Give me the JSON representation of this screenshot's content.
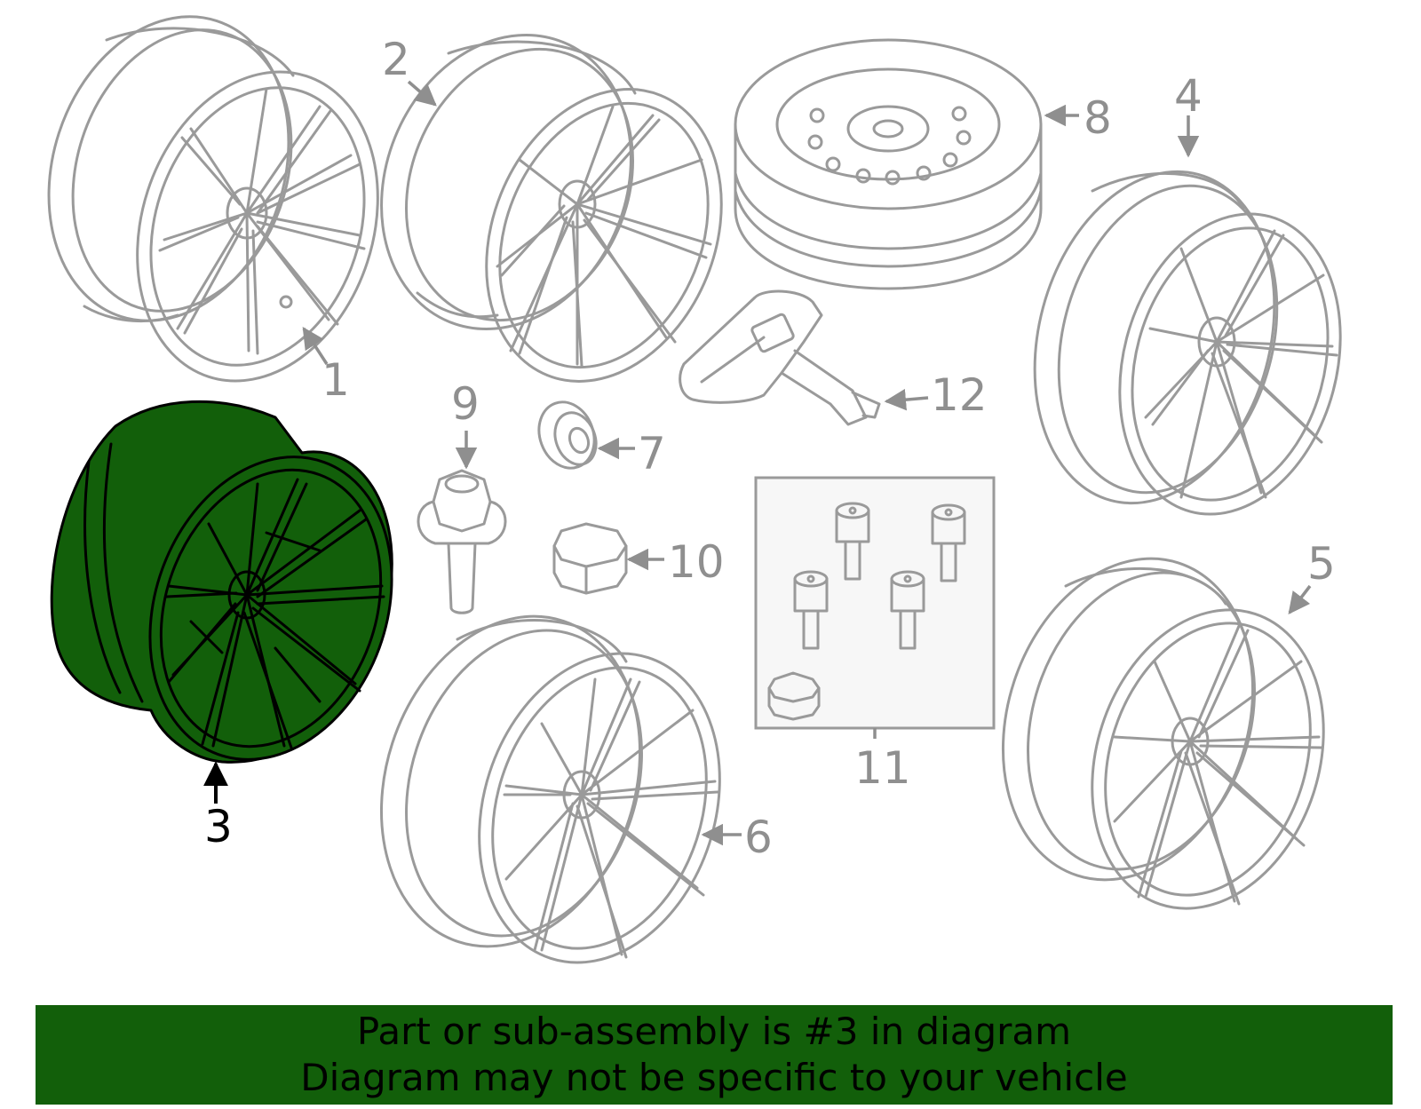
{
  "colors": {
    "highlight_fill": "#125f0a",
    "banner_background": "#125f0a",
    "line_gray": "#9a9a9a",
    "text_black": "#000000"
  },
  "highlighted_part": "3",
  "callouts": {
    "c1": "1",
    "c2": "2",
    "c3": "3",
    "c4": "4",
    "c5": "5",
    "c6": "6",
    "c7": "7",
    "c8": "8",
    "c9": "9",
    "c10": "10",
    "c11": "11",
    "c12": "12"
  },
  "banner": {
    "line1": "Part or sub-assembly is #3 in diagram",
    "line2": "Diagram may not be specific to your vehicle"
  }
}
